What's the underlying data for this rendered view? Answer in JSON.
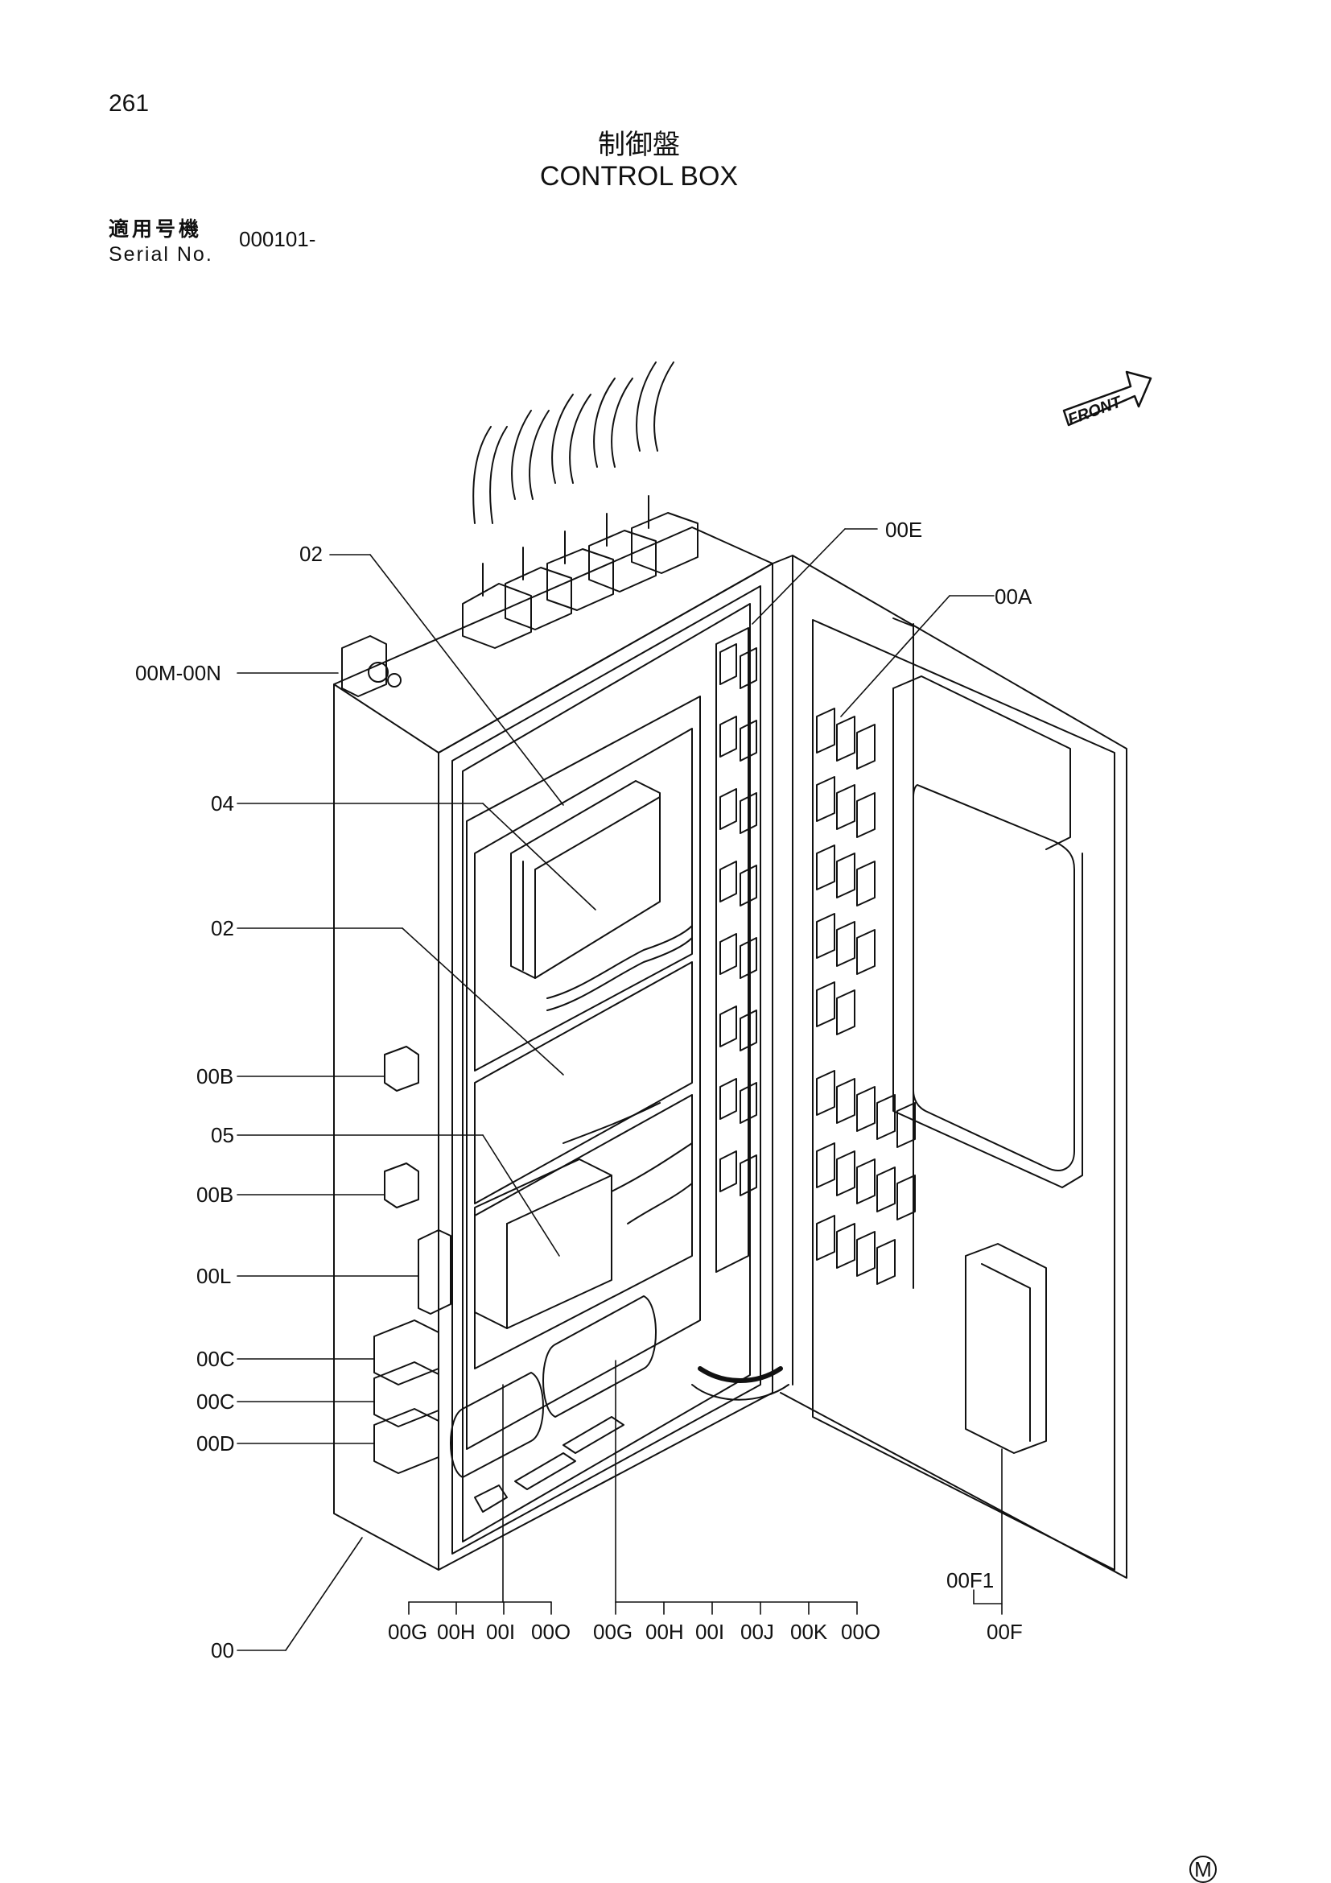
{
  "page": {
    "number": "261",
    "mark": "M"
  },
  "title": {
    "japanese": "制御盤",
    "english": "CONTROL BOX"
  },
  "serial": {
    "label_jp": "適用号機",
    "label_en": "Serial No.",
    "value": "000101-"
  },
  "front_label": "FRONT",
  "callouts": {
    "c_00E": "00E",
    "c_00A": "00A",
    "c_02a": "02",
    "c_00MN": "00M-00N",
    "c_04": "04",
    "c_02b": "02",
    "c_00Ba": "00B",
    "c_05": "05",
    "c_00Bb": "00B",
    "c_00L": "00L",
    "c_00Ca": "00C",
    "c_00Cb": "00C",
    "c_00D": "00D",
    "c_00": "00",
    "c_00F1": "00F1",
    "c_00F": "00F"
  },
  "bottom_group_1": [
    "00G",
    "00H",
    "00I",
    "00O"
  ],
  "bottom_group_2": [
    "00G",
    "00H",
    "00I",
    "00J",
    "00K",
    "00O"
  ]
}
